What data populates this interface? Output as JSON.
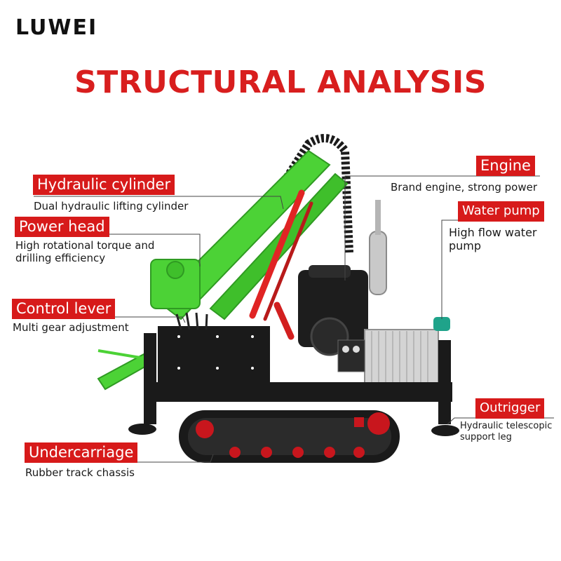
{
  "brand": {
    "name": "LUWEI"
  },
  "title": "STRUCTURAL ANALYSIS",
  "colors": {
    "accent": "#d71a1a",
    "machine_green": "#4cd236",
    "chassis": "#1c1c1c"
  },
  "callouts": {
    "hydraulic_cylinder": {
      "label": "Hydraulic cylinder",
      "desc": "Dual hydraulic lifting cylinder"
    },
    "power_head": {
      "label": "Power head",
      "desc1": "High rotational torque and",
      "desc2": "drilling efficiency"
    },
    "control_lever": {
      "label": "Control lever",
      "desc": "Multi gear adjustment"
    },
    "undercarriage": {
      "label": "Undercarriage",
      "desc": "Rubber track chassis"
    },
    "engine": {
      "label": "Engine",
      "desc": "Brand engine, strong power"
    },
    "water_pump": {
      "label": "Water pump",
      "desc1": "High flow water",
      "desc2": "pump"
    },
    "outrigger": {
      "label": "Outrigger",
      "desc1": "Hydraulic telescopic",
      "desc2": "support leg"
    }
  }
}
